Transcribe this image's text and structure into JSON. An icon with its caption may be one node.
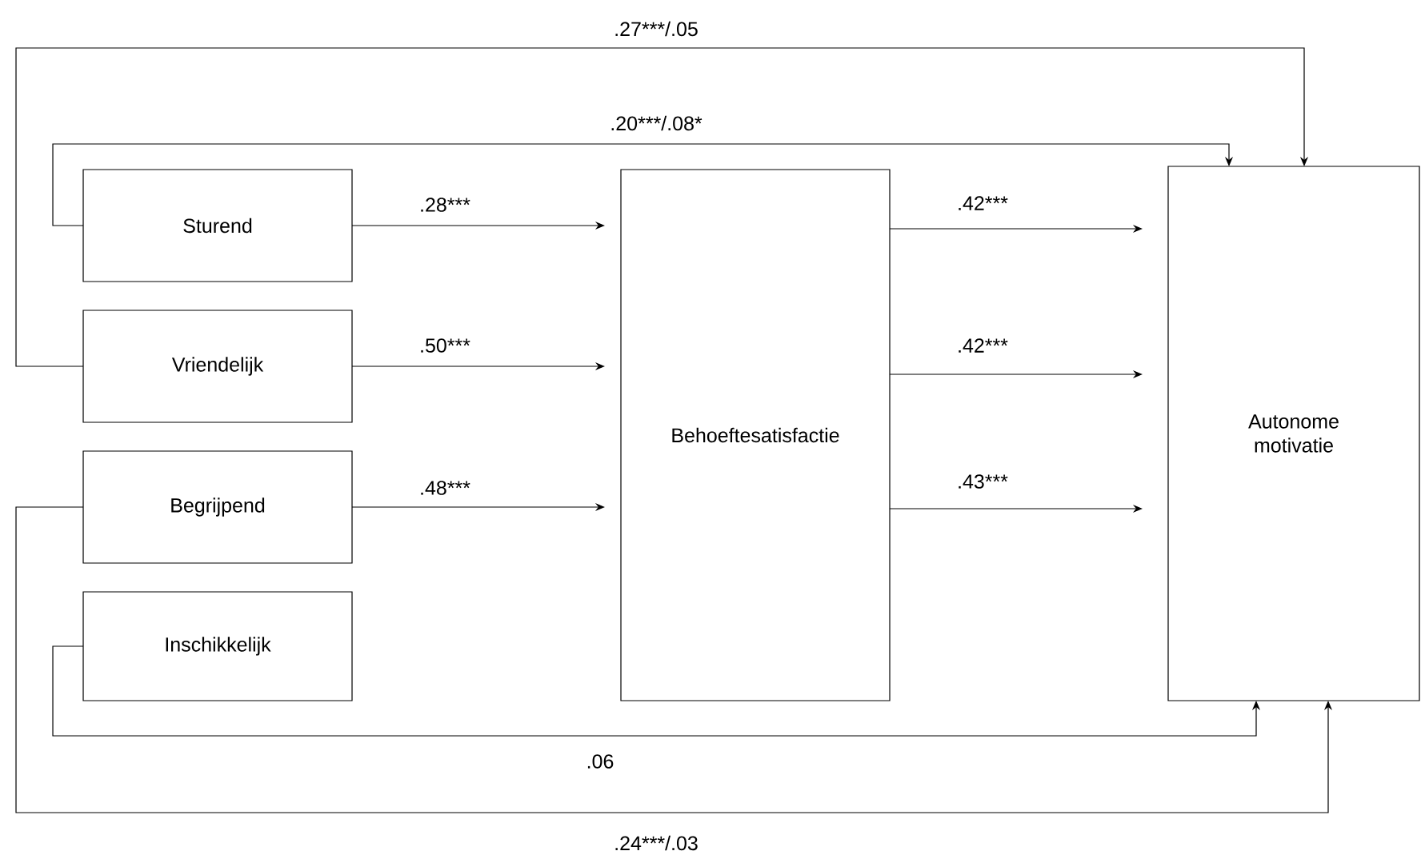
{
  "diagram": {
    "nodes": [
      {
        "text": [
          "Sturend"
        ]
      },
      {
        "text": [
          "Vriendelijk"
        ]
      },
      {
        "text": [
          "Begrijpend"
        ]
      },
      {
        "text": [
          "Inschikkelijk"
        ]
      },
      {
        "text": [
          "Behoeftesatisfactie"
        ]
      },
      {
        "text": [
          "Autonome motivatie"
        ]
      }
    ],
    "edges": [
      {
        "from": 0,
        "to": 4,
        "arrow": "to",
        "label": ".28***"
      },
      {
        "from": 1,
        "to": 4,
        "arrow": "to",
        "label": ".50***"
      },
      {
        "from": 2,
        "to": 4,
        "arrow": "to",
        "label": ".48***"
      },
      {
        "from": 4,
        "to": 5,
        "arrow": "to",
        "label": ".42***"
      },
      {
        "from": 4,
        "to": 5,
        "arrow": "to",
        "label": ".42***"
      },
      {
        "from": 4,
        "to": 5,
        "arrow": "to",
        "label": ".43***"
      },
      {
        "from": 1,
        "to": 5,
        "arrow": "to",
        "label": ".27***/.05"
      },
      {
        "from": 0,
        "to": 5,
        "arrow": "to",
        "label": ".20***/.08*"
      },
      {
        "from": 3,
        "to": 5,
        "arrow": "to",
        "label": ".06"
      },
      {
        "from": 2,
        "to": 5,
        "arrow": "to",
        "label": ".24***/.03"
      }
    ]
  }
}
